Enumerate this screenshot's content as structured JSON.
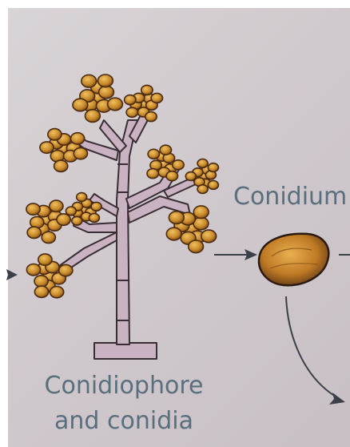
{
  "labels": {
    "conidium": "Conidium",
    "conidiophore_line1": "Conidiophore",
    "conidiophore_line2": "and conidia"
  },
  "colors": {
    "stalk": "#c9b3c2",
    "stalk_outline": "#3a2e35",
    "spore": "#c88a2a",
    "spore_dark": "#6a3b10",
    "arrow": "#3a3f4a",
    "text": "#5a6f7d"
  }
}
